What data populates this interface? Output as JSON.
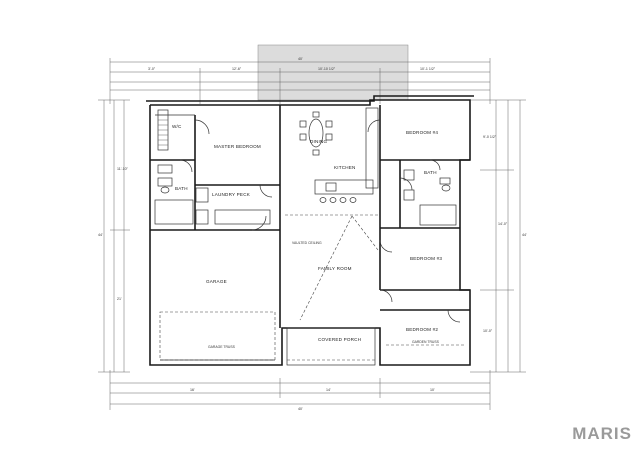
{
  "rooms": {
    "master_bedroom": "MASTER BEDROOM",
    "wic": "W/C",
    "bath_left": "BATH",
    "laundry": "LAUNDRY PECK",
    "dining": "DINING",
    "kitchen": "KITCHEN",
    "bedroom_4": "BEDROOM #4",
    "bath_right": "BATH",
    "bedroom_3": "BEDROOM #3",
    "bedroom_2": "BEDROOM #2",
    "garage": "GARAGE",
    "family_room": "FAMILY ROOM",
    "covered_porch": "COVERED PORCH",
    "vaulted": "VAULTED CEILING",
    "garage_door": "GARAGE TRUSS",
    "bed2_truss": "GARDEN TRUSS"
  },
  "dimensions": {
    "overall_top": "40'",
    "overall_bottom": "40'",
    "left_depth": "44'",
    "right_depth": "44'",
    "top_a": "3'-0\"",
    "top_b": "12'-6\"",
    "top_c": "10'-10 1/2\"",
    "top_d": "10'-1 1/2\"",
    "right_a": "9'-0 1/2\"",
    "right_b": "14'-0\"",
    "right_c": "10'-0\"",
    "left_a": "11'-10\"",
    "left_b": "21'",
    "bot_a": "16'",
    "bot_b": "14'",
    "bot_c": "10'"
  },
  "watermark": "MARIS"
}
